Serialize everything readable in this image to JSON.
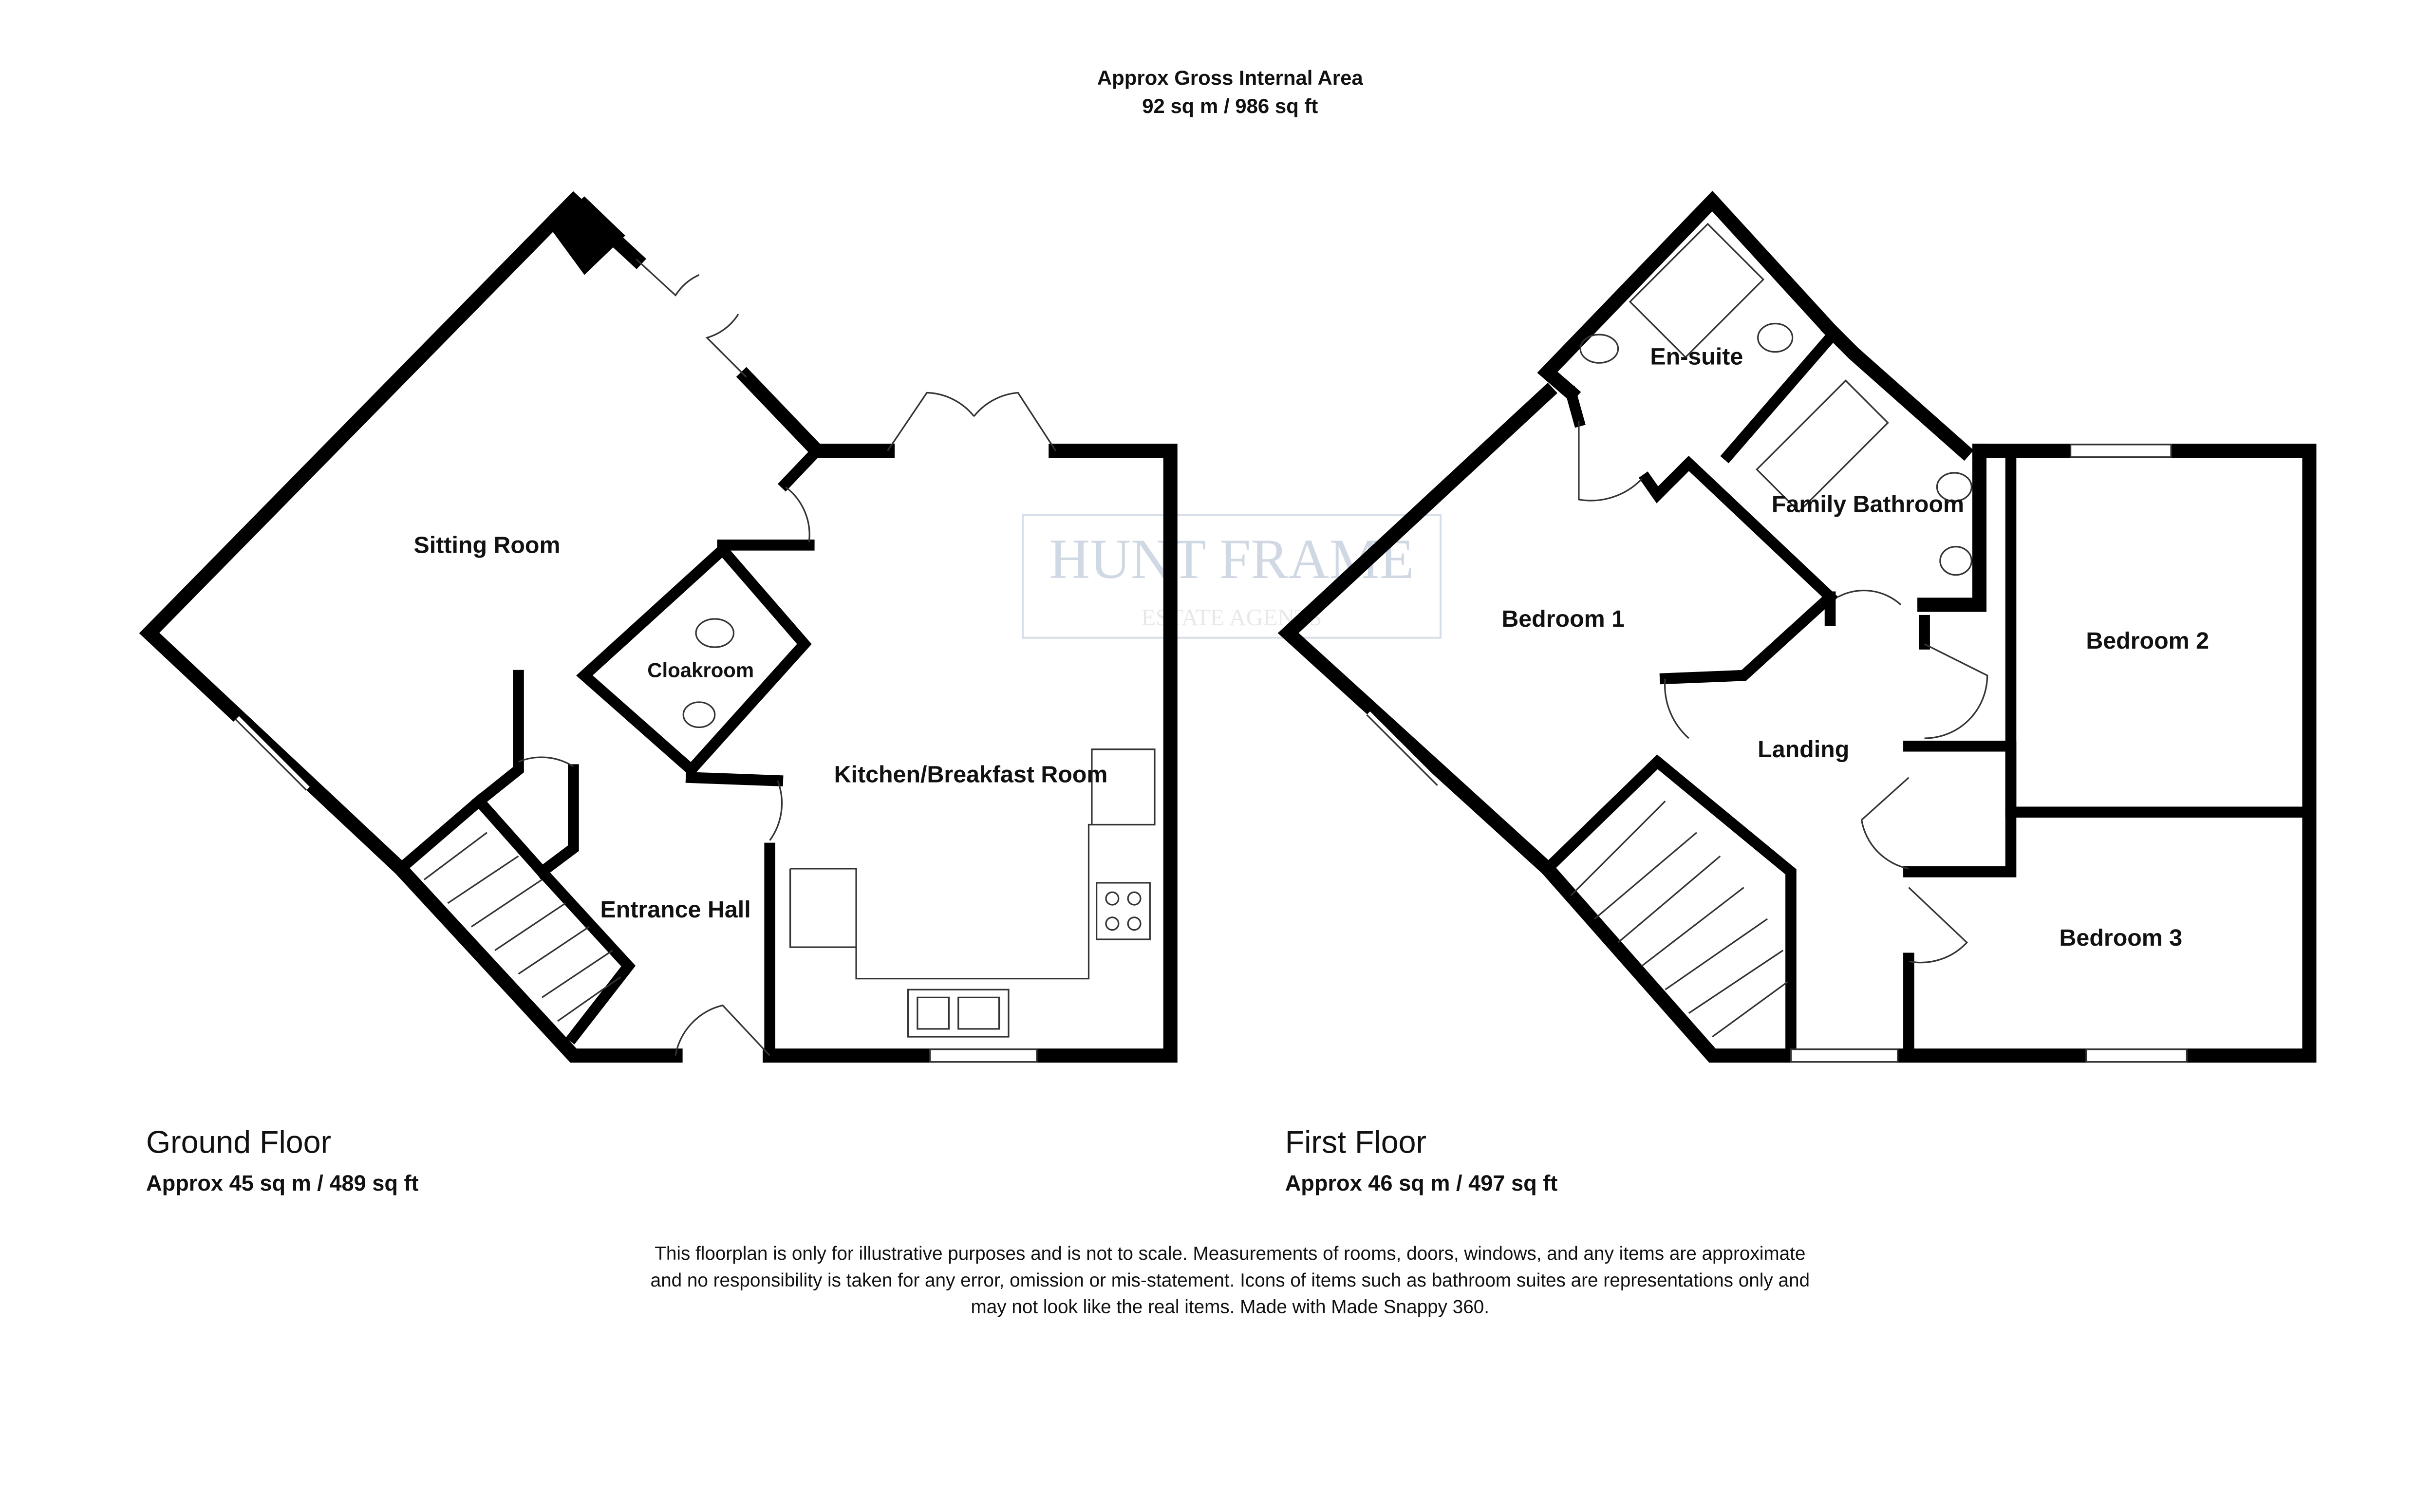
{
  "header": {
    "line1": "Approx Gross Internal Area",
    "line2": "92 sq m / 986 sq ft"
  },
  "watermark": {
    "name": "HUNT FRAME",
    "sub": "ESTATE AGENTS"
  },
  "ground_floor": {
    "title": "Ground Floor",
    "area": "Approx 45 sq m / 489 sq ft",
    "rooms": {
      "sitting": "Sitting Room",
      "cloakroom": "Cloakroom",
      "kitchen": "Kitchen/Breakfast Room",
      "hall": "Entrance Hall"
    }
  },
  "first_floor": {
    "title": "First Floor",
    "area": "Approx 46 sq m / 497 sq ft",
    "rooms": {
      "ensuite": "En-suite",
      "bathroom": "Family Bathroom",
      "bed1": "Bedroom 1",
      "bed2": "Bedroom 2",
      "bed3": "Bedroom 3",
      "landing": "Landing"
    }
  },
  "disclaimer": {
    "line1": "This floorplan is only for illustrative purposes and is not to scale. Measurements of rooms, doors, windows, and any items are approximate",
    "line2": "and no responsibility is taken for any error, omission or mis-statement. Icons of items such as bathroom suites are representations only and",
    "line3": "may not look like the real items. Made with Made Snappy 360."
  }
}
